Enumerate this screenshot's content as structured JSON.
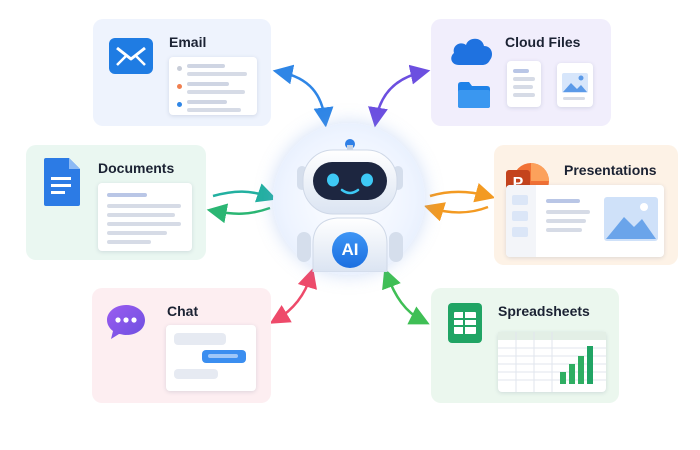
{
  "center": {
    "badge": "AI"
  },
  "cards": {
    "email": {
      "title": "Email"
    },
    "cloud": {
      "title": "Cloud Files"
    },
    "documents": {
      "title": "Documents"
    },
    "presentations": {
      "title": "Presentations"
    },
    "chat": {
      "title": "Chat"
    },
    "spreadsheets": {
      "title": "Spreadsheets"
    }
  },
  "icons": {
    "email": "envelope-icon",
    "cloud": "cloud-icon",
    "folder": "folder-icon",
    "documents": "document-icon",
    "presentations": "powerpoint-icon",
    "chat": "chat-bubble-icon",
    "spreadsheets": "spreadsheet-icon",
    "robot": "robot-icon"
  },
  "colors": {
    "email_bg": "#eef3fd",
    "cloud_bg": "#f1eefc",
    "documents_bg": "#eaf7f1",
    "presentations_bg": "#fdf2e6",
    "chat_bg": "#fdeef1",
    "spreadsheets_bg": "#ebf7ee",
    "email_arrow": "#2f86e6",
    "cloud_arrow": "#6c4fe0",
    "documents_arrow_top": "#22b0a0",
    "documents_arrow_bottom": "#2bb673",
    "presentations_arrow": "#f39a22",
    "chat_arrow": "#ee4a6a",
    "spreadsheets_arrow": "#3fbf55"
  }
}
